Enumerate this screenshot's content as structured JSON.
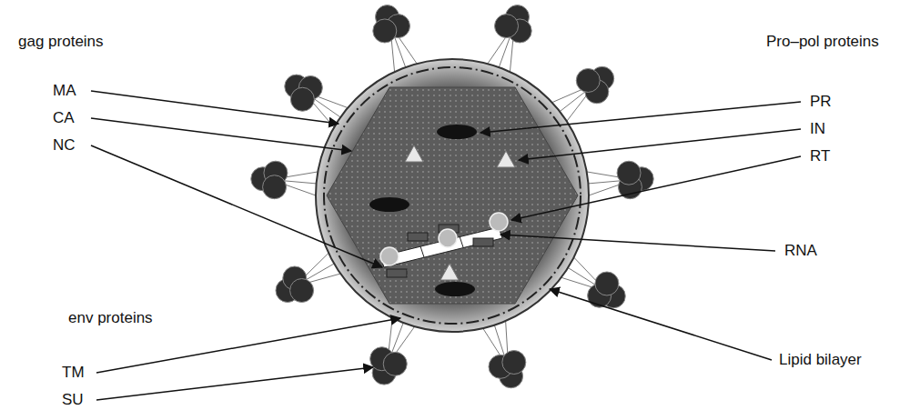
{
  "diagram": {
    "labels": [
      "gag proteins",
      "MA",
      "CA",
      "NC",
      "Pro–pol proteins",
      "PR",
      "IN",
      "RT",
      "RNA",
      "env proteins",
      "TM",
      "SU",
      "Lipid bilayer"
    ]
  }
}
